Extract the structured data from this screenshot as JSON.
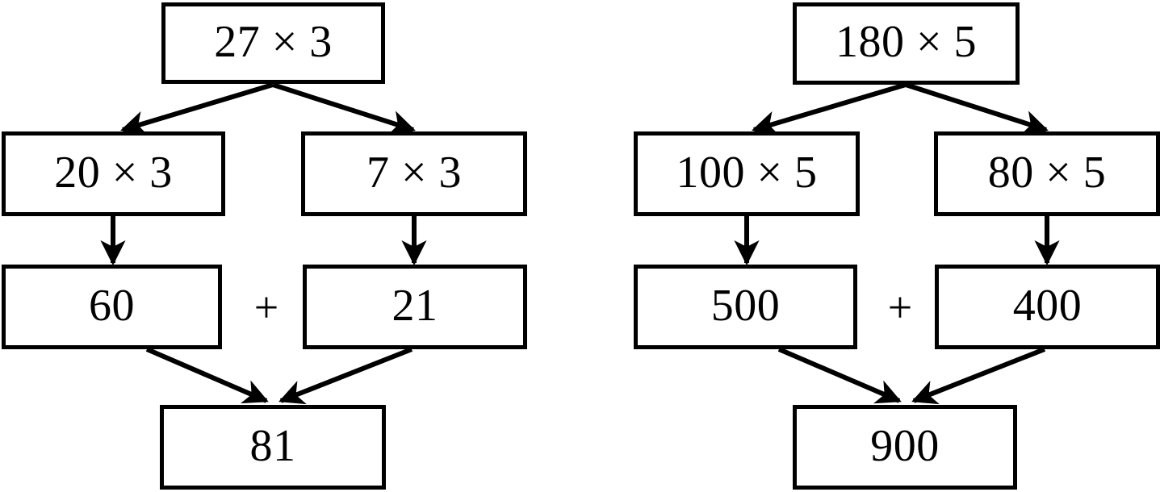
{
  "diagrams": [
    {
      "name": "left-diagram",
      "root": "27 × 3",
      "split": [
        "20 × 3",
        "7 × 3"
      ],
      "partials": [
        "60",
        "21"
      ],
      "operator": "+",
      "total": "81"
    },
    {
      "name": "right-diagram",
      "root": "180 × 5",
      "split": [
        "100 × 5",
        "80 × 5"
      ],
      "partials": [
        "500",
        "400"
      ],
      "operator": "+",
      "total": "900"
    }
  ],
  "style": {
    "stroke_color": "#000000",
    "fill_color": "#ffffff",
    "text_color": "#000000"
  }
}
